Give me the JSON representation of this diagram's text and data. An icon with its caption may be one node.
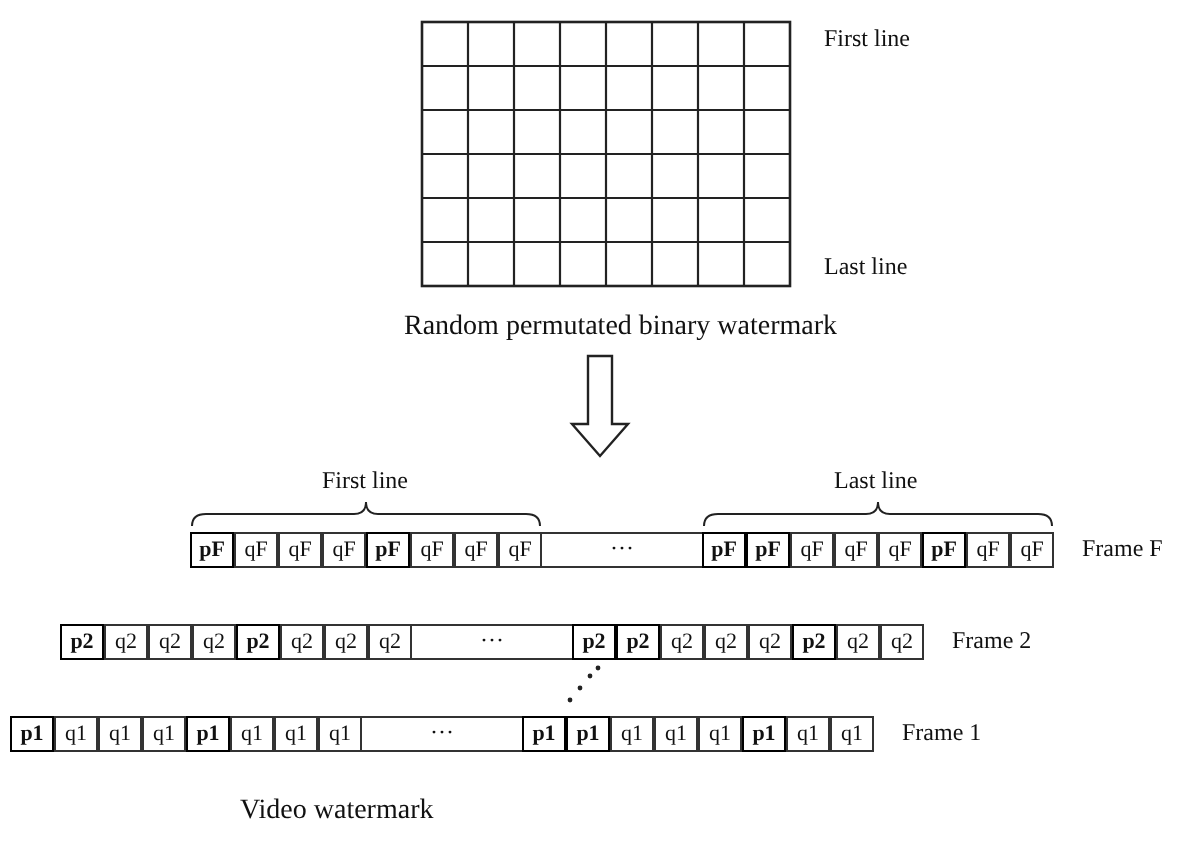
{
  "diagram": {
    "nodes": [
      {
        "text": [
          "Random permutated binary watermark"
        ],
        "beside": [
          "First line",
          "Last line"
        ]
      },
      {
        "text": [
          "pF",
          "qF",
          "qF",
          "qF",
          "pF",
          "qF",
          "qF",
          "qF",
          "···",
          "pF",
          "pF",
          "qF",
          "qF",
          "qF",
          "pF",
          "qF",
          "qF"
        ],
        "beside": [
          "First line",
          "Last line",
          "Frame F"
        ]
      },
      {
        "text": [
          "p2",
          "q2",
          "q2",
          "q2",
          "p2",
          "q2",
          "q2",
          "q2",
          "···",
          "p2",
          "p2",
          "q2",
          "q2",
          "q2",
          "p2",
          "q2",
          "q2"
        ],
        "beside": [
          "Frame 2"
        ]
      },
      {
        "text": [
          "p1",
          "q1",
          "q1",
          "q1",
          "p1",
          "q1",
          "q1",
          "q1",
          "···",
          "p1",
          "p1",
          "q1",
          "q1",
          "q1",
          "p1",
          "q1",
          "q1"
        ],
        "beside": [
          "Frame 1"
        ]
      }
    ],
    "edges": [
      {
        "from": 0,
        "to": 1,
        "arrow": "to"
      }
    ],
    "labels": [
      "Video watermark"
    ]
  }
}
